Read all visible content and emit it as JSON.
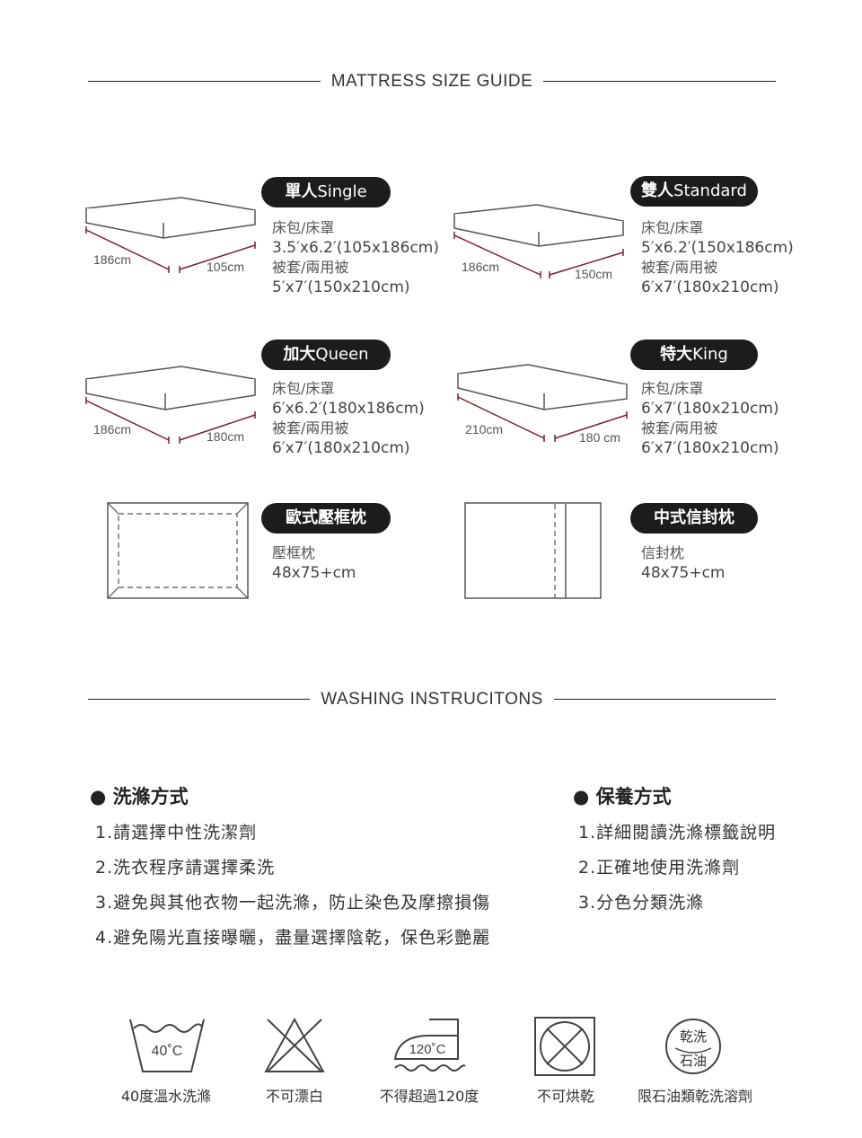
{
  "mattress": {
    "title": "MATTRESS SIZE GUIDE",
    "sizes": [
      {
        "zh": "單人",
        "en": "Single",
        "l1": "床包/床罩",
        "l2": "3.5′x6.2′(105x186cm)",
        "l3": "被套/兩用被",
        "l4": "5′x7′(150x210cm)",
        "len": "186cm",
        "wid": "105cm"
      },
      {
        "zh": "雙人",
        "en": "Standard",
        "l1": "床包/床罩",
        "l2": "5′x6.2′(150x186cm)",
        "l3": "被套/兩用被",
        "l4": "6′x7′(180x210cm)",
        "len": "186cm",
        "wid": "150cm"
      },
      {
        "zh": "加大",
        "en": "Queen",
        "l1": "床包/床罩",
        "l2": "6′x6.2′(180x186cm)",
        "l3": "被套/兩用被",
        "l4": "6′x7′(180x210cm)",
        "len": "186cm",
        "wid": "180cm"
      },
      {
        "zh": "特大",
        "en": "King",
        "l1": "床包/床罩",
        "l2": "6′x7′(180x210cm)",
        "l3": "被套/兩用被",
        "l4": "6′x7′(180x210cm)",
        "len": "210cm",
        "wid": "180 cm"
      }
    ],
    "pillows": [
      {
        "name": "歐式壓框枕",
        "l1": "壓框枕",
        "l2": "48x75+cm"
      },
      {
        "name": "中式信封枕",
        "l1": "信封枕",
        "l2": "48x75+cm"
      }
    ]
  },
  "washing": {
    "title": "WASHING INSTRUCITONS",
    "method_heading": "洗滌方式",
    "method_items": [
      "1.請選擇中性洗潔劑",
      "2.洗衣程序請選擇柔洗",
      "3.避免與其他衣物一起洗滌，防止染色及摩擦損傷",
      "4.避免陽光直接曝曬，盡量選擇陰乾，保色彩艷麗"
    ],
    "care_heading": "保養方式",
    "care_items": [
      "1.詳細閱讀洗滌標籤說明",
      "2.正確地使用洗滌劑",
      "3.分色分類洗滌"
    ],
    "icons": [
      {
        "icon": "wash-40-icon",
        "inner": "40˚C",
        "label": "40度溫水洗滌"
      },
      {
        "icon": "no-bleach-icon",
        "label": "不可漂白"
      },
      {
        "icon": "iron-120-icon",
        "inner": "120˚C",
        "label": "不得超過120度"
      },
      {
        "icon": "no-tumble-dry-icon",
        "label": "不可烘乾"
      },
      {
        "icon": "dry-clean-petroleum-icon",
        "inner_top": "乾洗",
        "inner_bottom": "石油",
        "label": "限石油類乾洗溶劑"
      }
    ]
  },
  "colors": {
    "pill": "#1c1c1c",
    "accent": "#7a2030",
    "text": "#333333"
  }
}
